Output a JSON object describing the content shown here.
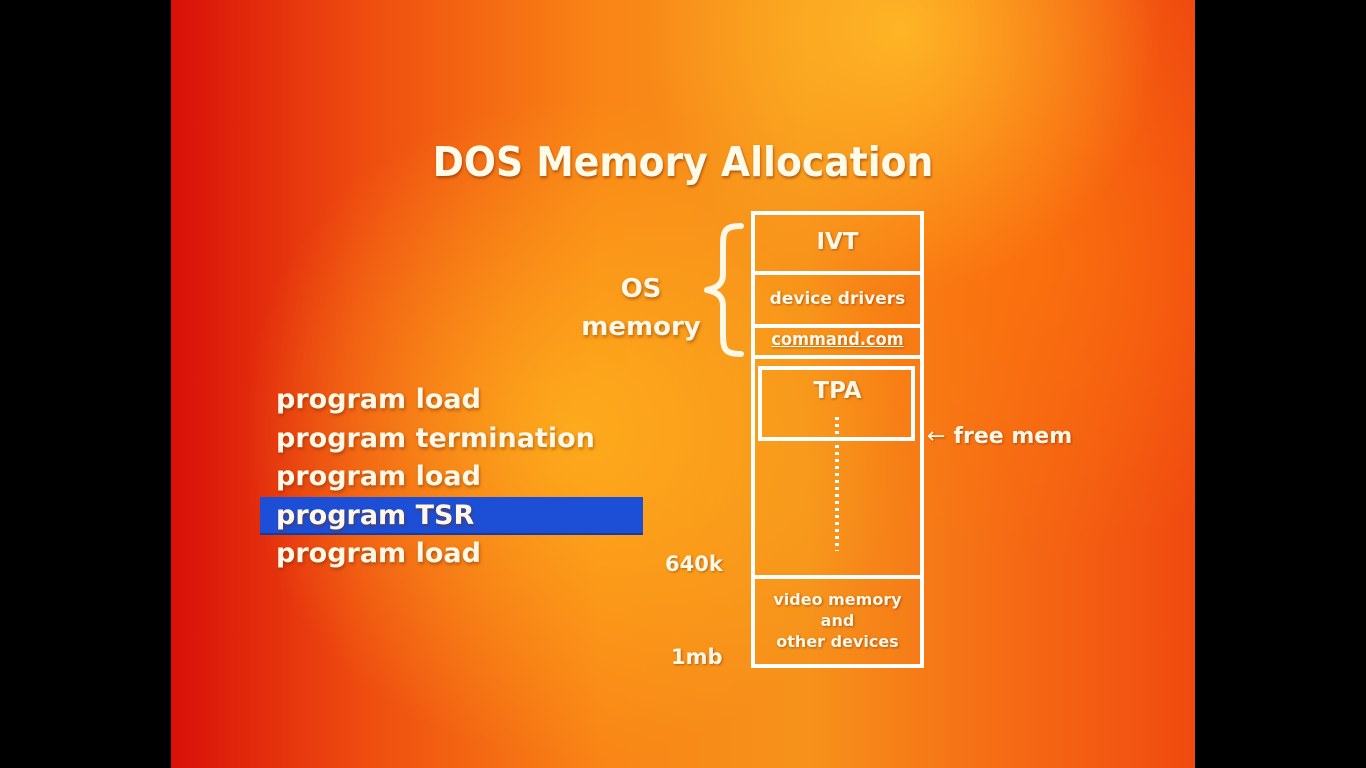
{
  "slide": {
    "title": "DOS Memory Allocation",
    "steps": [
      "program load",
      "program termination",
      "program load",
      "program TSR",
      "program load"
    ],
    "active_step_index": 3,
    "os_label_line1": "OS",
    "os_label_line2": "memory",
    "memory_map": {
      "ivt": "IVT",
      "device_drivers": "device drivers",
      "command_com": "command.com",
      "tpa": "TPA",
      "video_line1": "video memory",
      "video_line2": "and",
      "video_line3": "other devices"
    },
    "addr_640k": "640k",
    "addr_1mb": "1mb",
    "free_mem": "free mem",
    "free_mem_arrow": "←"
  },
  "colors": {
    "highlight": "#1c4fd6",
    "text": "#fff8e6",
    "line": "#ffffff",
    "background_accent": "#f98516"
  }
}
